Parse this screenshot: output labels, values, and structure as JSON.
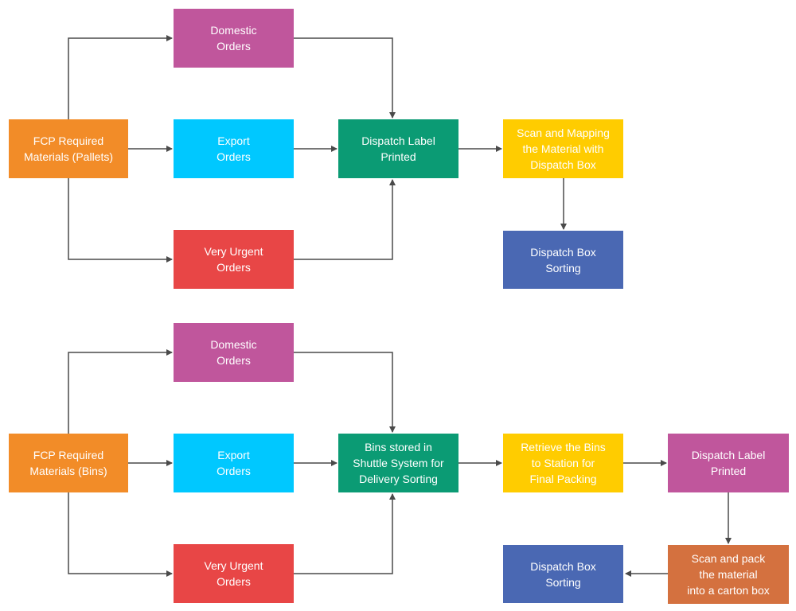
{
  "colors": {
    "orange": "#F28C28",
    "purple": "#C0569C",
    "cyan": "#00C8FF",
    "red": "#E84646",
    "green": "#0B9B74",
    "yellow": "#FFCC00",
    "blue": "#4A68B3",
    "brown": "#D4713F",
    "line": "#4A4A4A"
  },
  "diagram1": {
    "source": "FCP Required\nMaterials (Pallets)",
    "domestic": "Domestic\nOrders",
    "export": "Export\nOrders",
    "urgent": "Very Urgent\nOrders",
    "label": "Dispatch Label\nPrinted",
    "scan": "Scan and Mapping\nthe Material with\nDispatch Box",
    "sorting": "Dispatch Box\nSorting"
  },
  "diagram2": {
    "source": "FCP Required\nMaterials (Bins)",
    "domestic": "Domestic\nOrders",
    "export": "Export\nOrders",
    "urgent": "Very Urgent\nOrders",
    "bins": "Bins stored in\nShuttle System for\nDelivery Sorting",
    "retrieve": "Retrieve the Bins\nto Station for\nFinal Packing",
    "label": "Dispatch Label\nPrinted",
    "pack": "Scan and pack\nthe material\ninto a carton box",
    "sorting": "Dispatch Box\nSorting"
  }
}
